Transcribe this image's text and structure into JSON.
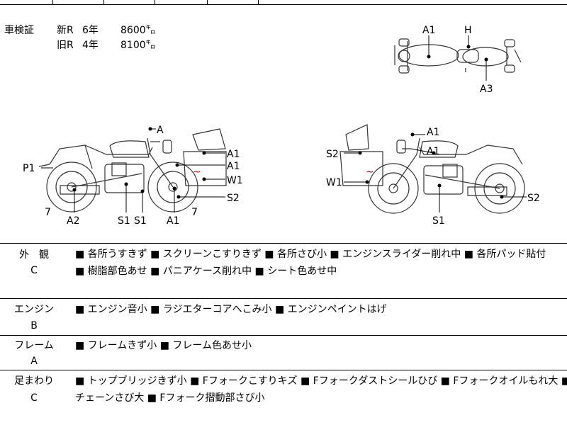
{
  "registration": {
    "label": "車検証",
    "new_row": {
      "kind": "新R",
      "years": "6年",
      "km": "8600㌔"
    },
    "old_row": {
      "kind": "旧R",
      "years": "4年",
      "km": "8100㌔"
    }
  },
  "diagram_marks": {
    "top_A1": "A1",
    "top_H": "H",
    "top_A3": "A3",
    "left_A": "A",
    "left_A1a": "A1",
    "left_A1b": "A1",
    "left_W1": "W1",
    "left_S2": "S2",
    "left_P1": "P1",
    "left_7a": "7",
    "left_A2": "A2",
    "left_S1a": "S1",
    "left_S1b": "S1",
    "left_A1c": "A1",
    "left_7b": "7",
    "right_A1": "A1",
    "right_S2a": "S2",
    "right_A1b": "A1",
    "right_W1": "W1",
    "right_S2b": "S2",
    "right_S1": "S1"
  },
  "sections": [
    {
      "name": "外　観",
      "grade": "C",
      "lines": [
        "■ 各所うすきず ■ スクリーンこすりきず ■ 各所さび小 ■ エンジンスライダー削れ中 ■ 各所パッド貼付",
        "■ 樹脂部色あせ ■ パニアケース削れ中 ■ シート色あせ中"
      ]
    },
    {
      "name": "エンジン",
      "grade": "B",
      "lines": [
        "■ エンジン音小 ■ ラジエターコアへこみ小 ■ エンジンペイントはげ"
      ]
    },
    {
      "name": "フレーム",
      "grade": "A",
      "lines": [
        "■ フレームきず小 ■ フレーム色あせ小"
      ]
    },
    {
      "name": "足まわり",
      "grade": "C",
      "lines": [
        "■ トップブリッジきず小 ■ Fフォークこすりキズ ■ Fフォークダストシールひび ■ Fフォークオイルもれ大 ■",
        "チェーンさび大 ■ Fフォーク摺動部さび小"
      ]
    }
  ]
}
